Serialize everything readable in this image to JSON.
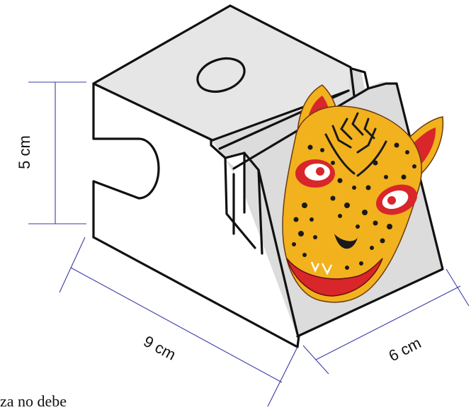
{
  "dimensions": {
    "height": "5 cm",
    "length": "9 cm",
    "depth": "6 cm"
  },
  "caption_fragment": "za no debe",
  "colors": {
    "outline": "#111111",
    "dimension_line": "#3b3ba8",
    "mask_yellow": "#f2b21e",
    "mask_red": "#d8262b",
    "mask_spots": "#1a1a1a"
  },
  "icons": [
    "jaguar-mask-icon"
  ]
}
